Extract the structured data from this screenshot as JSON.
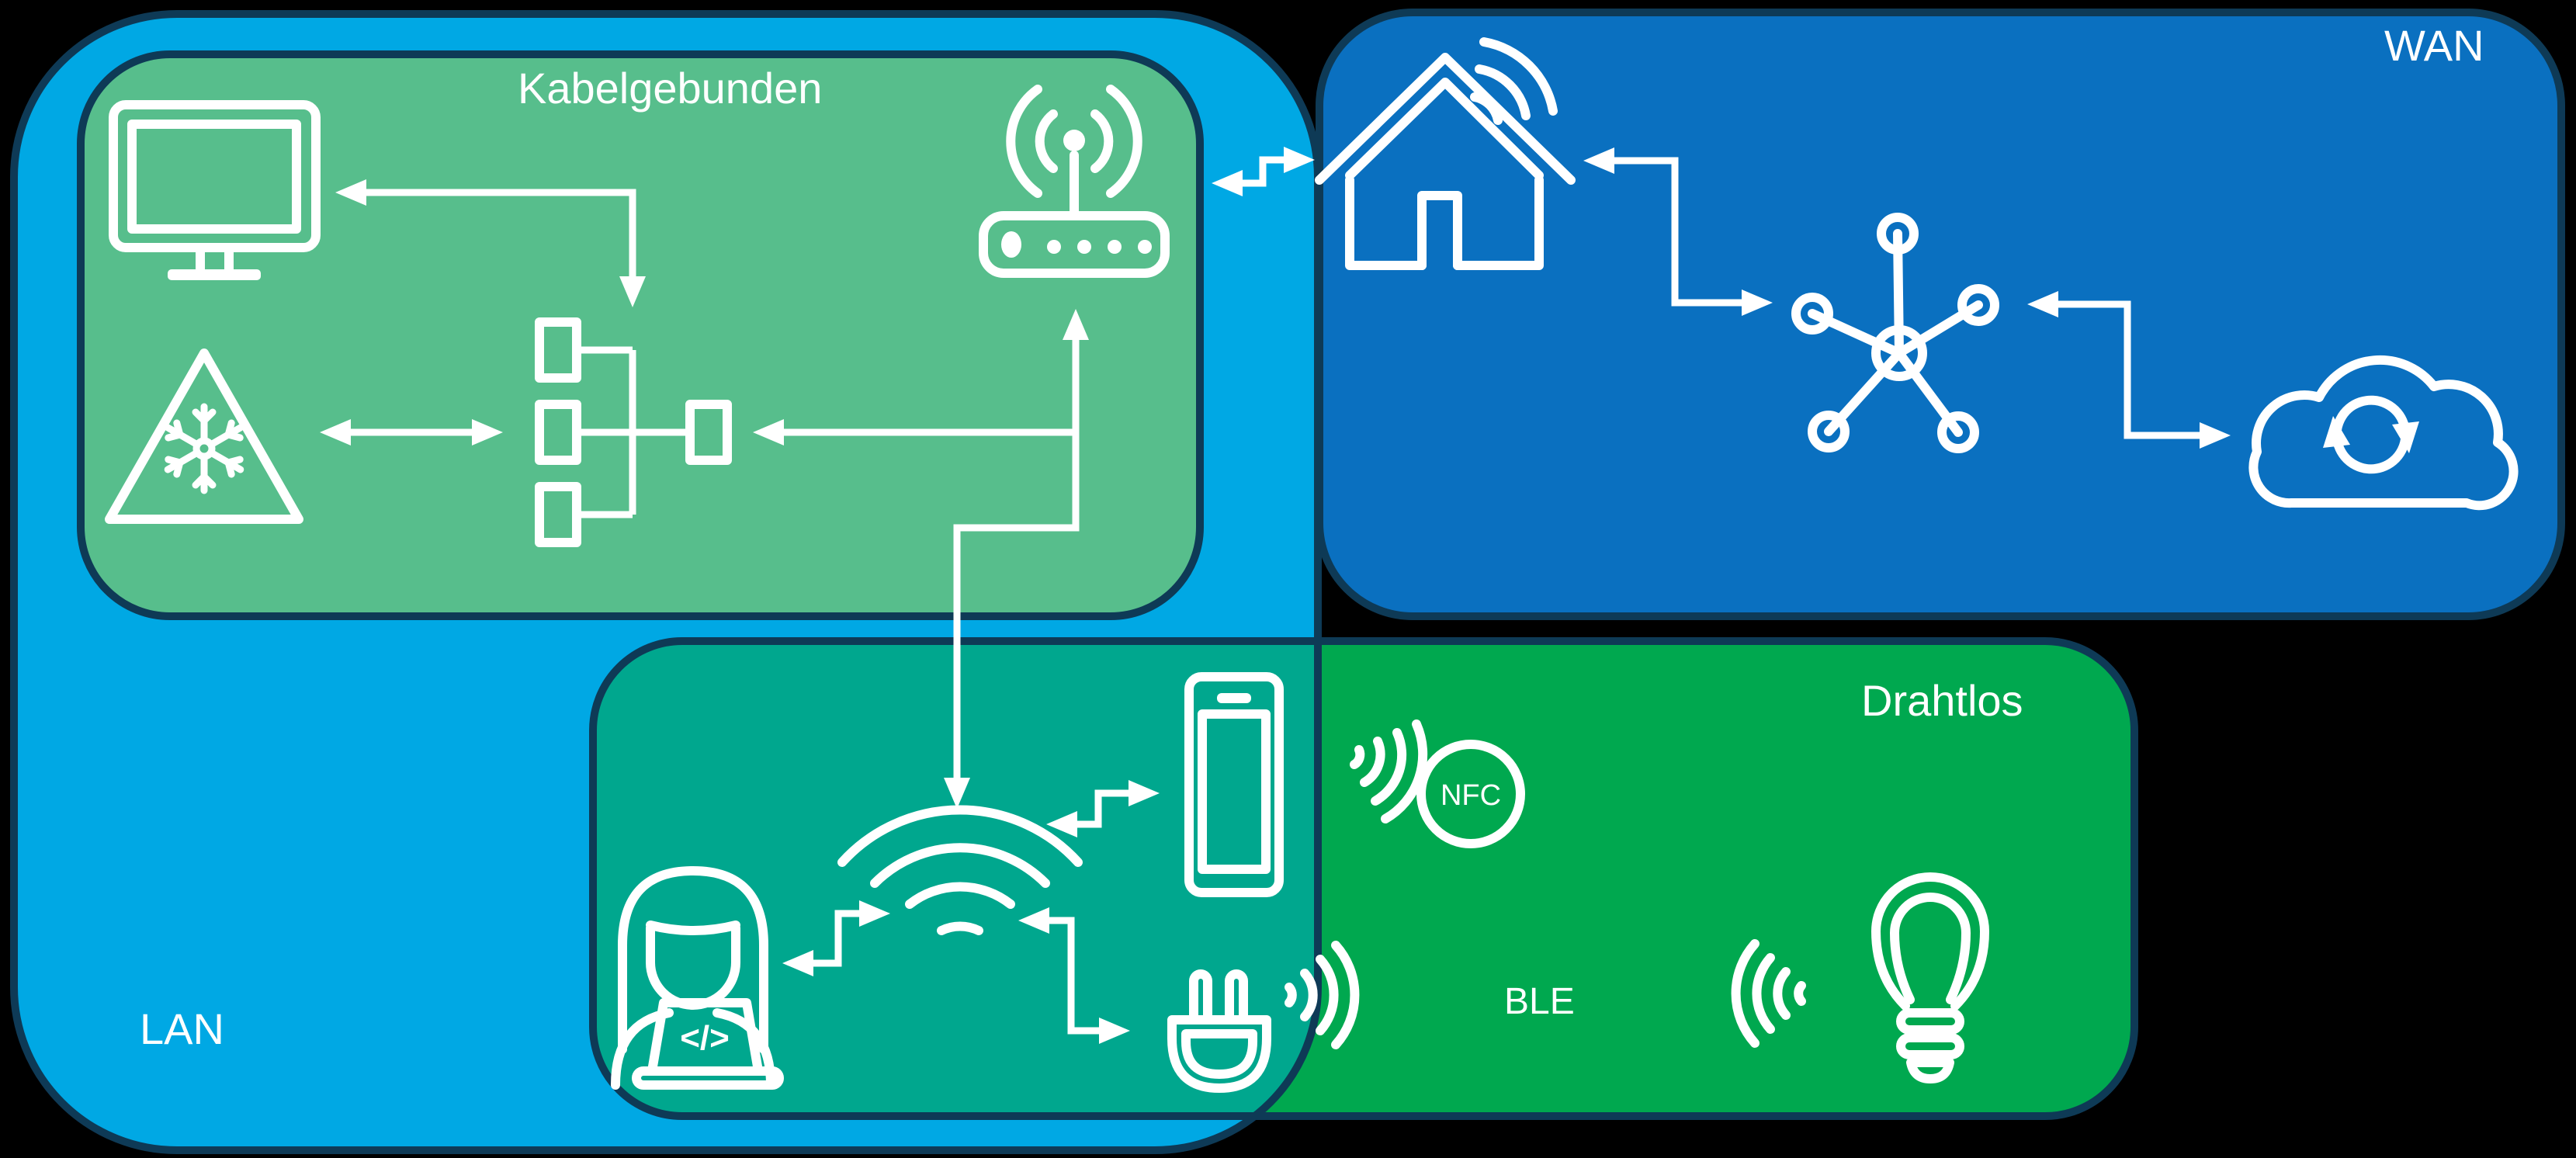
{
  "diagram": {
    "background": "#000000",
    "border_color": "#0E3A56",
    "zones": {
      "lan": {
        "label": "LAN",
        "fill": "#00A8E4"
      },
      "wan": {
        "label": "WAN",
        "fill": "#0A70C0"
      },
      "wired": {
        "label": "Kabelgebunden",
        "fill": "#57BE8C"
      },
      "wireless": {
        "label": "Drahtlos",
        "fill": "#00A84F"
      },
      "overlap_lan_wireless": {
        "fill": "#00A78E"
      }
    },
    "badges": {
      "nfc": "NFC",
      "ble": "BLE"
    },
    "laptop_code_glyph": "</>",
    "icons": [
      "monitor-icon",
      "freeze-warning-triangle-icon",
      "network-switch-icon",
      "wifi-router-icon",
      "smart-home-icon",
      "network-hub-icon",
      "cloud-sync-icon",
      "smartphone-icon",
      "wifi-signal-icon",
      "developer-person-icon",
      "smart-plug-icon",
      "nfc-badge-icon",
      "smart-bulb-icon",
      "signal-waves-phone-to-nfc",
      "signal-waves-plug-to-ble",
      "signal-waves-bulb-to-ble"
    ],
    "connections": [
      "switch to monitor",
      "switch to freezer-warning (bidirectional)",
      "switch / router / wifi junction (arrows into switch, router and wifi)",
      "router to smart-home (bidirectional)",
      "smart-home to hub (bidirectional)",
      "hub to cloud (bidirectional)",
      "wifi to smartphone (bidirectional)",
      "person to wifi (bidirectional)",
      "wifi to smart-plug (bidirectional)"
    ],
    "arrow_color": "#FFFFFF"
  }
}
